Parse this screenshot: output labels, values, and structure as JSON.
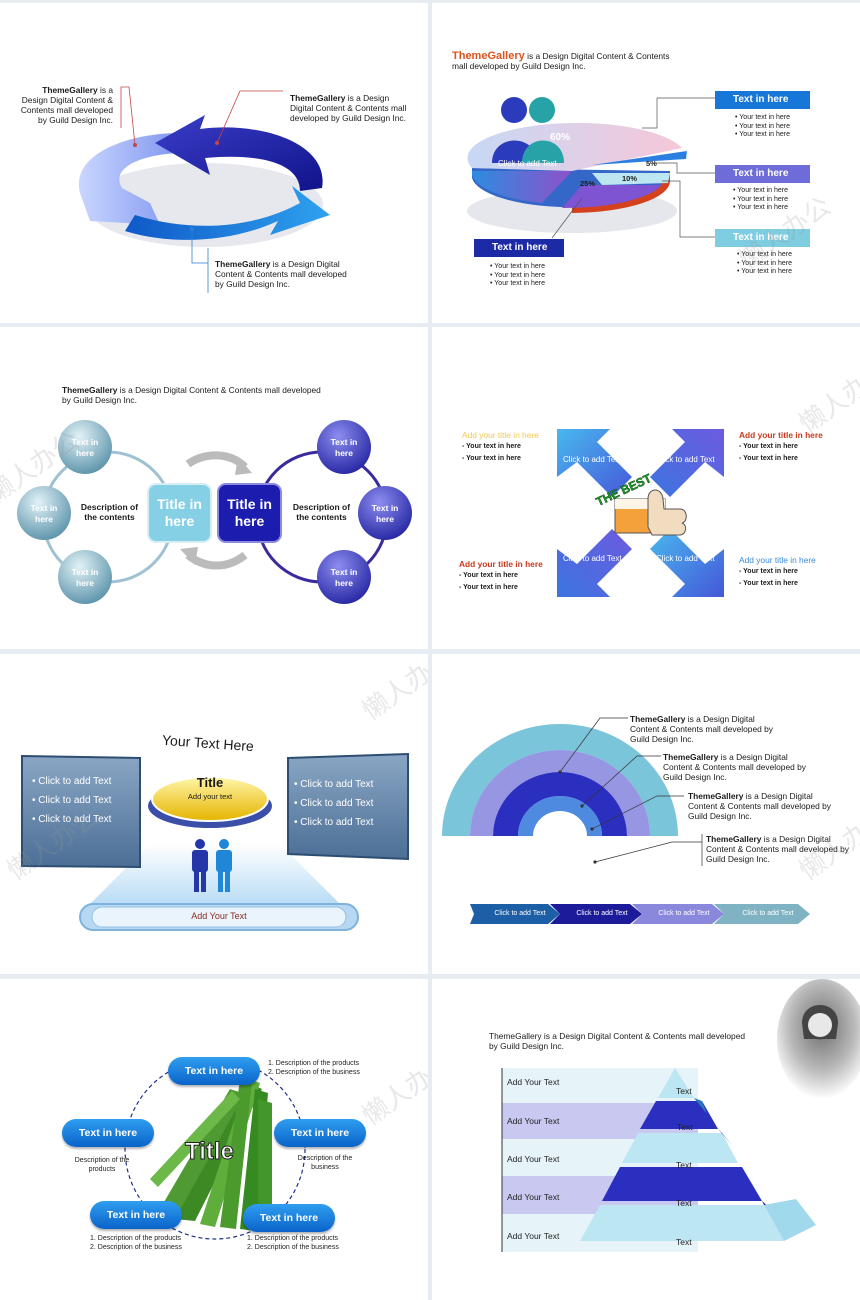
{
  "watermark": "懒人办公",
  "slide1": {
    "callouts": [
      {
        "brand": "ThemeGallery",
        "line1": " is a",
        "line2": "Design Digital Content &",
        "line3": "Contents mall developed",
        "line4": "by Guild Design Inc."
      },
      {
        "brand": "ThemeGallery",
        "line1": " is a Design",
        "line2": "Digital Content & Contents mall",
        "line3": "developed by Guild Design Inc."
      },
      {
        "brand": "ThemeGallery",
        "line1": " is a Design Digital",
        "line2": "Content & Contents mall developed",
        "line3": "by Guild Design Inc."
      }
    ]
  },
  "slide2": {
    "brand": "ThemeGallery",
    "intro1": " is a Design Digital Content & Contents",
    "intro2": "mall developed by Guild Design Inc.",
    "pie_center": "Click to add Text",
    "p60": "60%",
    "p25": "25%",
    "p10": "10%",
    "p5": "5%",
    "boxes": [
      {
        "title": "Text in here",
        "items": [
          "• Your text in here",
          "• Your text in here",
          "• Your text in here"
        ]
      },
      {
        "title": "Text in here",
        "items": [
          "• Your text in here",
          "• Your text in here",
          "• Your text in here"
        ]
      },
      {
        "title": "Text in here",
        "items": [
          "• Your text in here",
          "• Your text in here",
          "• Your text in here"
        ]
      },
      {
        "title": "Text in here",
        "items": [
          "• Your text in here",
          "• Your text in here",
          "• Your text in here"
        ]
      }
    ]
  },
  "slide3": {
    "brand": "ThemeGallery",
    "intro1": "  is a Design Digital Content & Contents mall developed",
    "intro2": "by Guild Design Inc.",
    "circle": [
      "Text in",
      "here"
    ],
    "desc": [
      "Description of",
      "the contents"
    ],
    "title": [
      "Title in",
      "here"
    ]
  },
  "slide4": {
    "title": "Add your title in here",
    "item": "- Your text in here",
    "arrow": "Click to add Text",
    "badge": "THE BEST"
  },
  "slide5": {
    "curve": "Your Text Here",
    "title": "Title",
    "sub": "Add your text",
    "bullet": "• Click to add Text",
    "bottom": "Add Your Text"
  },
  "slide6": {
    "brand": "ThemeGallery",
    "l1": " is a Design Digital",
    "l2": "Content & Contents mall developed by",
    "l3": "Guild Design Inc.",
    "m1": " is a Design Digital",
    "m2": "Content & Contents mall developed by",
    "m3": "Guild Design Inc.",
    "arrow": "Click to add Text"
  },
  "slide7": {
    "pill": "Text in here",
    "d1": "1. Description of the products",
    "d2": "2. Description of the business",
    "dprod": [
      "Description of the",
      "products"
    ],
    "dbus": [
      "Description of the",
      "business"
    ],
    "title": "Title"
  },
  "slide8": {
    "brand": "ThemeGallery",
    "intro1": "  is a Design Digital Content & Contents mall developed",
    "intro2": "by Guild Design Inc.",
    "label": "Add Your Text",
    "text": "Text"
  }
}
